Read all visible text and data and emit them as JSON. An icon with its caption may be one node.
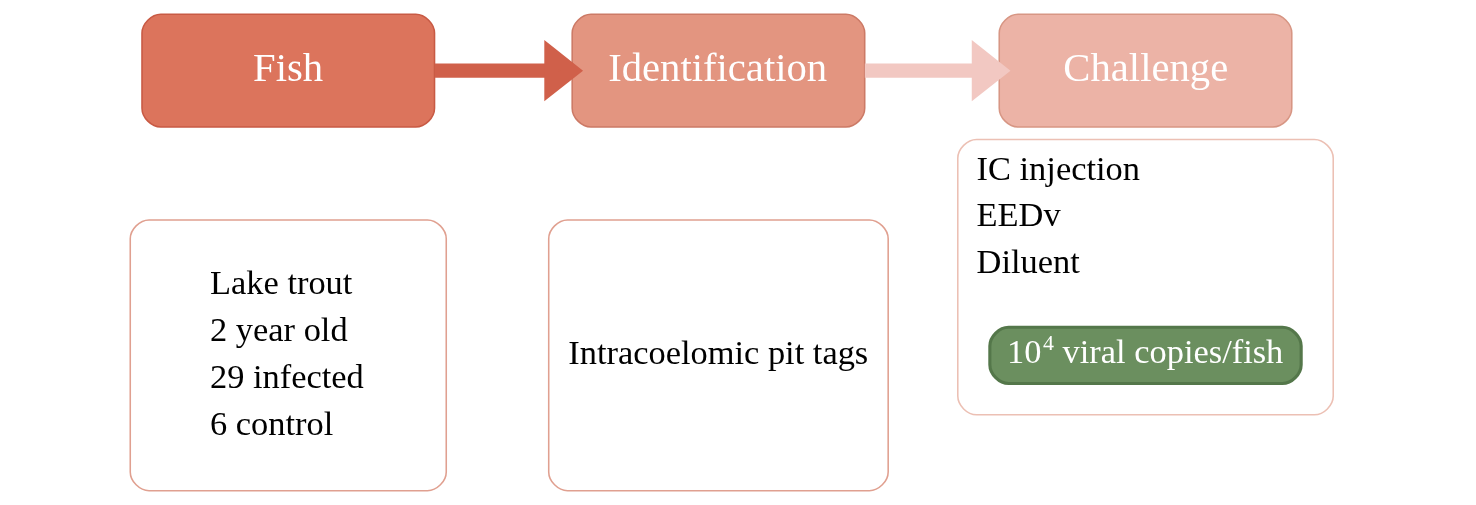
{
  "diagram": {
    "nodes": [
      {
        "text": [
          "Fish"
        ]
      },
      {
        "text": [
          "Lake trout",
          "2 year old",
          "29 infected",
          "6 control"
        ]
      },
      {
        "text": [
          "Identification"
        ]
      },
      {
        "text": [
          "Intracoelomic pit tags"
        ]
      },
      {
        "text": [
          "Challenge"
        ]
      },
      {
        "text": [
          "IC injection",
          "EEDv",
          "Diluent"
        ]
      },
      {
        "text": [
          "10$^{4}$ viral copies/fish"
        ],
        "in": 5
      }
    ],
    "edges": [
      {
        "from": 0,
        "to": 2,
        "arrow": "to",
        "color": "#d0604a"
      },
      {
        "from": 2,
        "to": 4,
        "arrow": "to",
        "color": "#f2c8c2"
      }
    ]
  }
}
